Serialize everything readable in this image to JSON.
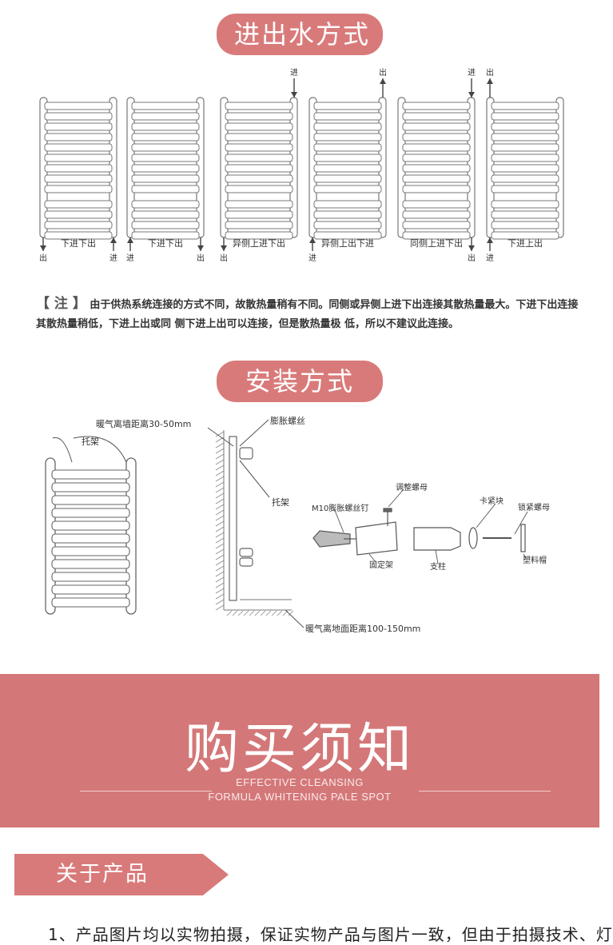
{
  "section1": {
    "title": "进出水方式"
  },
  "diagrams": [
    {
      "caption": "下进下出",
      "left_label": "出",
      "right_label": "进"
    },
    {
      "caption": "下进下出",
      "left_label": "进",
      "right_label": "出"
    },
    {
      "caption": "异侧上进下出",
      "top_label": "进",
      "bottom_label": "出"
    },
    {
      "caption": "异侧上出下进",
      "top_label": "出",
      "bottom_label": "进"
    },
    {
      "caption": "同侧上进下出",
      "top_label": "进",
      "bottom_label": "出"
    },
    {
      "caption": "下进上出",
      "top_label": "出",
      "bottom_label": "进"
    }
  ],
  "note": {
    "tag": "【 注 】",
    "text": "由于供热系统连接的方式不同，故散热量稍有不同。同侧或异侧上进下出连接其散热量最大。下进下出连接其散热量稍低，下进上出或同 侧下进上出可以连接，但是散热量极 低，所以不建议此连接。"
  },
  "section2": {
    "title": "安装方式"
  },
  "install": {
    "wall_distance": "暖气离墙距离30-50mm",
    "bracket_left": "托架",
    "expansion_screw": "膨胀螺丝",
    "bracket_right": "托架",
    "m10": "M10膨胀螺丝钉",
    "adjust_nut": "调整螺母",
    "clamp_block": "卡紧块",
    "lock_nut": "锁紧螺母",
    "fixed_frame": "固定架",
    "pillar": "支柱",
    "plastic_cap": "塑料帽",
    "floor_distance": "暖气离地面距离100-150mm"
  },
  "banner": {
    "title": "购买须知",
    "sub1": "EFFECTIVE CLEANSING",
    "sub2": "FORMULA WHITENING PALE SPOT"
  },
  "about": {
    "tab": "关于产品",
    "item1": "1、产品图片均以实物拍摄，保证实物产品与图片一致，但由于拍摄技术、灯"
  },
  "colors": {
    "accent": "#d97a7a",
    "banner": "#d47778"
  }
}
